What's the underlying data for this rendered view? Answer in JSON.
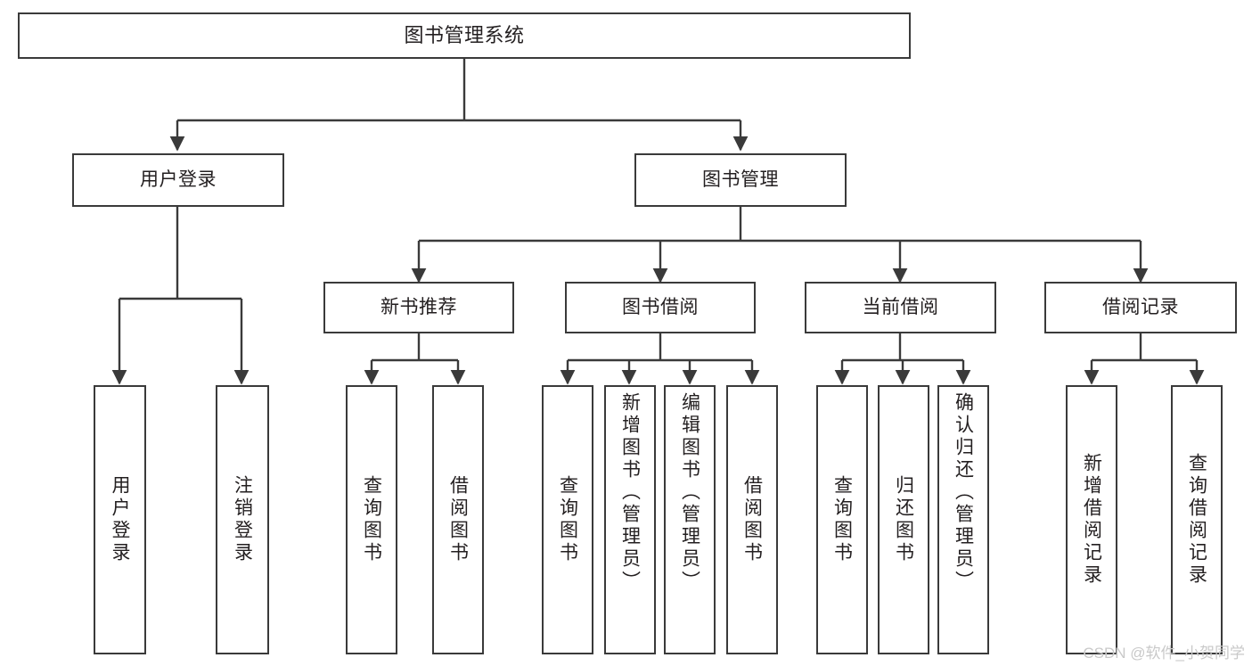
{
  "diagram": {
    "type": "tree",
    "title": "图书管理系统",
    "orientation": "top-down",
    "colors": {
      "background": "#ffffff",
      "box_border": "#3a3a3a",
      "box_fill": "#ffffff",
      "text": "#231f20",
      "connector": "#3a3a3a",
      "watermark": "#c9c9c9"
    },
    "root": {
      "label": "图书管理系统"
    },
    "level1": [
      {
        "label": "用户登录"
      },
      {
        "label": "图书管理"
      }
    ],
    "level2": [
      {
        "label": "新书推荐"
      },
      {
        "label": "图书借阅"
      },
      {
        "label": "当前借阅"
      },
      {
        "label": "借阅记录"
      }
    ],
    "leaves": {
      "user_login": [
        {
          "label": "用户登录"
        },
        {
          "label": "注销登录"
        }
      ],
      "new_book_recommend": [
        {
          "label": "查询图书"
        },
        {
          "label": "借阅图书"
        }
      ],
      "book_borrow": [
        {
          "label": "查询图书"
        },
        {
          "label": "新增图书（管理员）"
        },
        {
          "label": "编辑图书（管理员）"
        },
        {
          "label": "借阅图书"
        }
      ],
      "current_borrow": [
        {
          "label": "查询图书"
        },
        {
          "label": "归还图书"
        },
        {
          "label": "确认归还（管理员）"
        }
      ],
      "borrow_record": [
        {
          "label": "新增借阅记录"
        },
        {
          "label": "查询借阅记录"
        }
      ]
    }
  },
  "watermark": {
    "text": "CSDN @软件_小贺同学"
  }
}
